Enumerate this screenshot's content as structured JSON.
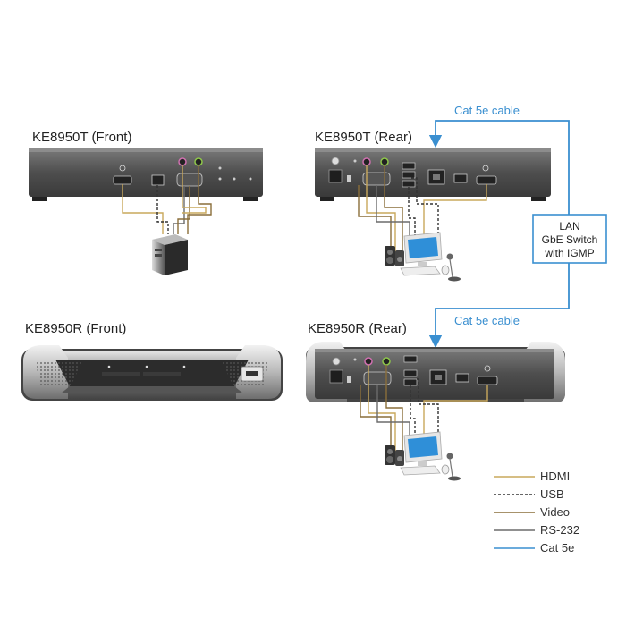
{
  "devices": {
    "tx_front": "KE8950T (Front)",
    "tx_rear": "KE8950T (Rear)",
    "rx_front": "KE8950R (Front)",
    "rx_rear": "KE8950R (Rear)"
  },
  "cables": {
    "top": "Cat 5e cable",
    "bottom": "Cat 5e cable"
  },
  "switch_box": {
    "line1": "LAN",
    "line2": "GbE Switch",
    "line3": "with IGMP"
  },
  "legend": [
    {
      "label": "HDMI",
      "color": "#c9a85c",
      "style": "solid"
    },
    {
      "label": "USB",
      "color": "#333333",
      "style": "dashed"
    },
    {
      "label": "Video",
      "color": "#8a6e3a",
      "style": "solid"
    },
    {
      "label": "RS-232",
      "color": "#6b6b6b",
      "style": "solid"
    },
    {
      "label": "Cat 5e",
      "color": "#3a8fd0",
      "style": "solid"
    }
  ],
  "colors": {
    "device_body": "#5a5a5a",
    "cat5e": "#3a8fd0"
  },
  "icons": [
    "hdmi-port-icon",
    "usb-port-icon",
    "serial-port-icon",
    "audio-jack-icon",
    "rj45-port-icon",
    "computer-tower-icon",
    "monitor-icon",
    "speaker-icon",
    "keyboard-icon",
    "mouse-icon",
    "microphone-icon"
  ]
}
